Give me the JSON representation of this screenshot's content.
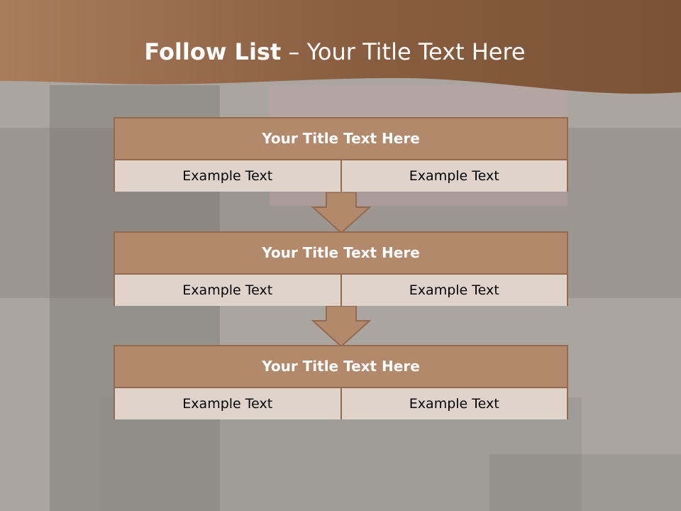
{
  "slide": {
    "title_bold": "Follow List",
    "title_rest": " – Your Title Text Here"
  },
  "cards": [
    {
      "title": "Your Title Text Here",
      "left": "Example Text",
      "right": "Example Text"
    },
    {
      "title": "Your Title Text Here",
      "left": "Example Text",
      "right": "Example Text"
    },
    {
      "title": "Your Title Text Here",
      "left": "Example Text",
      "right": "Example Text"
    }
  ],
  "colors": {
    "header_brown": "#8a5e40",
    "card_header": "#b3896b",
    "card_cell": "#e0d3ca",
    "border": "#946a4e"
  }
}
